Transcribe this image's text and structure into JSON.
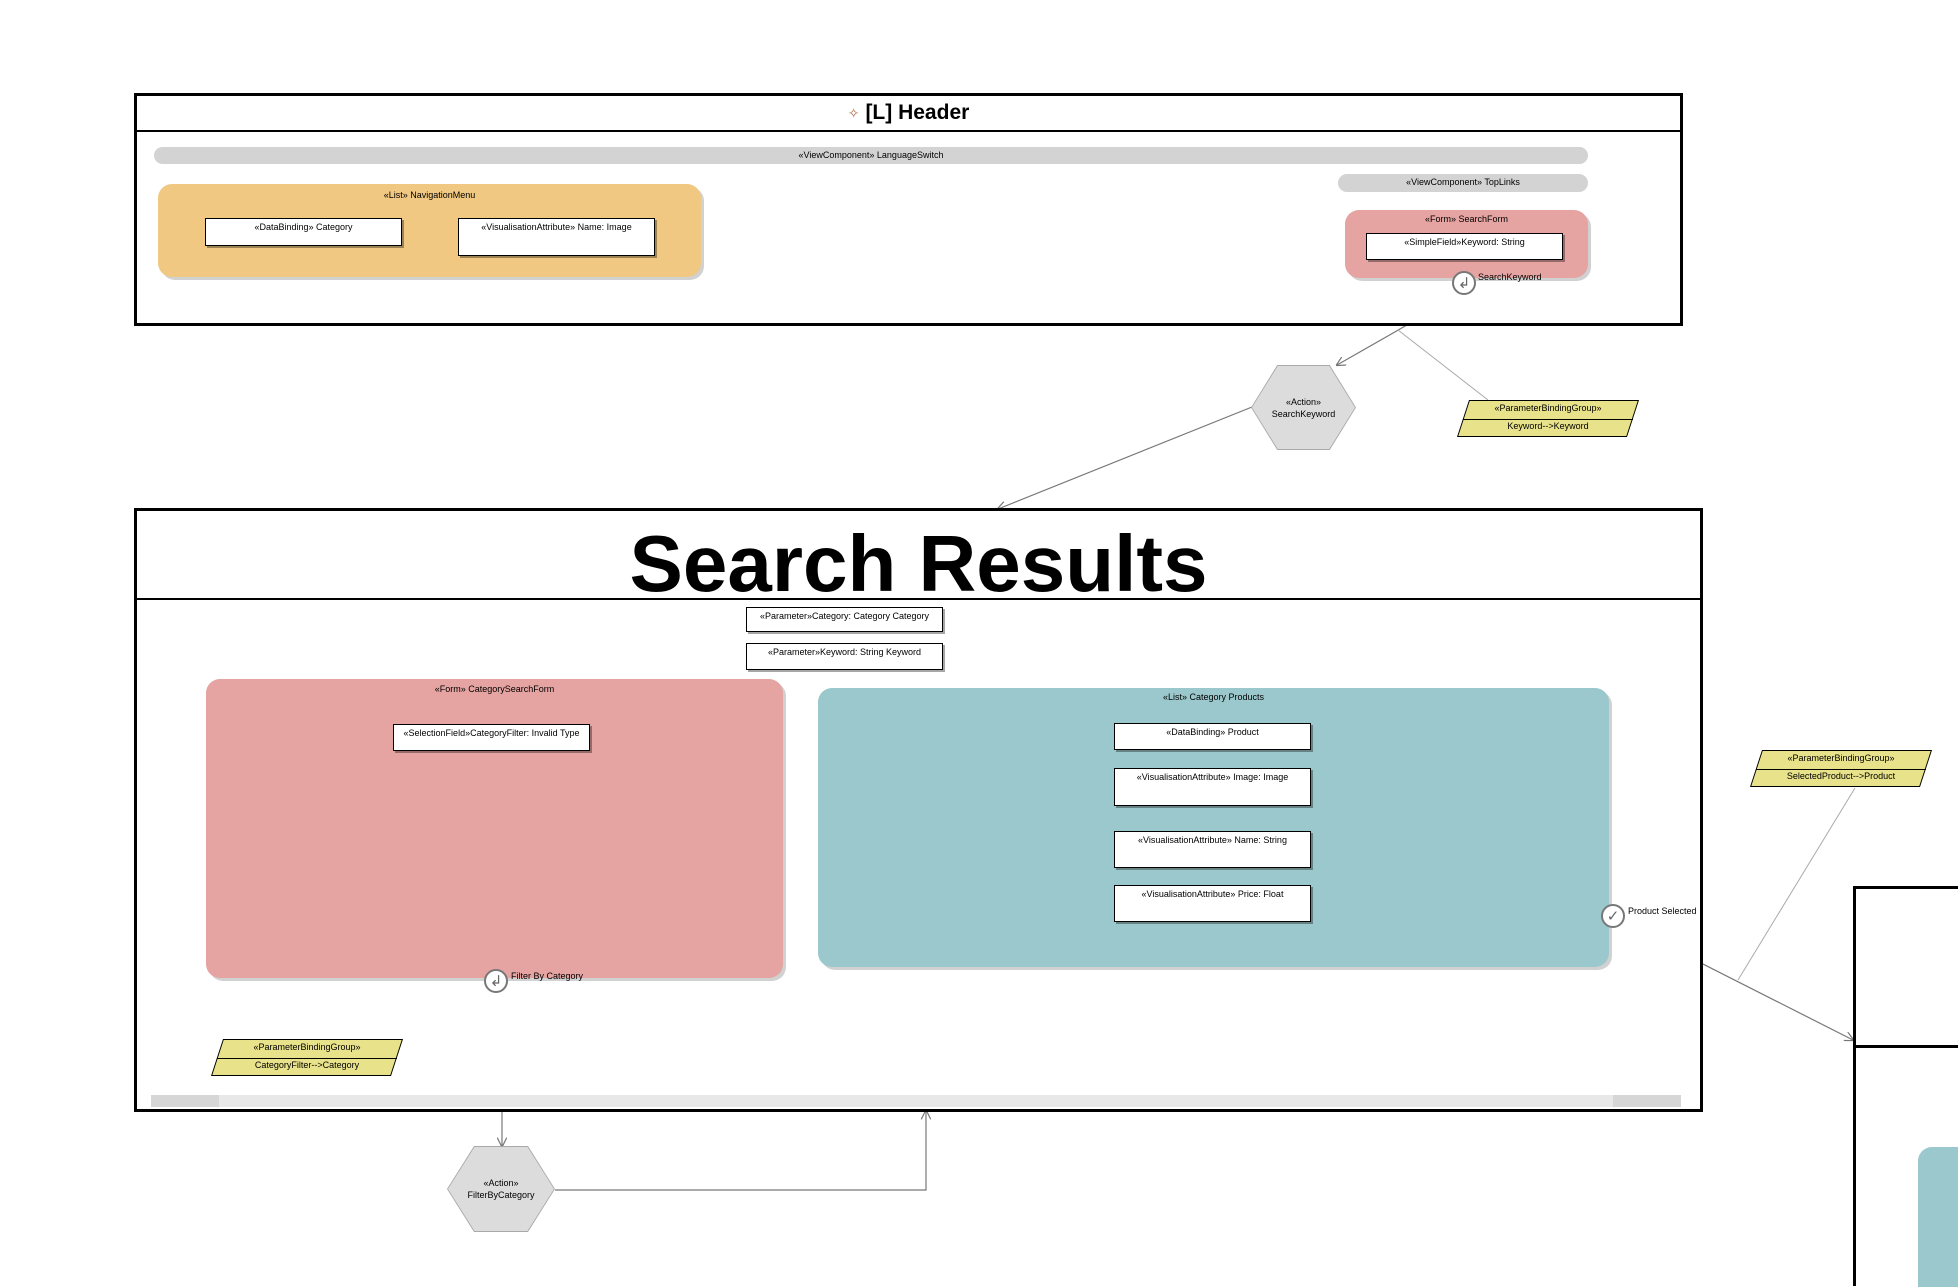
{
  "header_page": {
    "icon": "diamond-icon",
    "title": "[L] Header",
    "language_switch": "«ViewComponent» LanguageSwitch",
    "top_links": "«ViewComponent» TopLinks",
    "navigation_menu": {
      "title": "«List» NavigationMenu",
      "data_binding": "«DataBinding»  Category",
      "visualisation_attribute": "«VisualisationAttribute»  Name: Image",
      "color": "#f0c882"
    },
    "search_form": {
      "title": "«Form» SearchForm",
      "field": "«SimpleField»Keyword: String",
      "event": "SearchKeyword",
      "color": "#e5a3a1"
    }
  },
  "action_search_keyword": {
    "stereotype": "«Action»",
    "name": "SearchKeyword"
  },
  "binding_keyword": {
    "stereotype": "«ParameterBindingGroup»",
    "binding": "Keyword-->Keyword"
  },
  "search_results_page": {
    "title": "Search Results",
    "parameter_category": "«Parameter»Category: Category Category",
    "parameter_keyword": "«Parameter»Keyword: String Keyword",
    "category_search_form": {
      "title": "«Form» CategorySearchForm",
      "field": "«SelectionField»CategoryFilter: Invalid Type",
      "event": "Filter By Category",
      "color": "#e5a3a1"
    },
    "category_products": {
      "title": "«List» Category Products",
      "data_binding": "«DataBinding»  Product",
      "attr_image": "«VisualisationAttribute»  Image: Image",
      "attr_name": "«VisualisationAttribute»  Name: String",
      "attr_price": "«VisualisationAttribute»  Price: Float",
      "event": "Product Selected",
      "color": "#9bc8cc"
    }
  },
  "binding_category_filter": {
    "stereotype": "«ParameterBindingGroup»",
    "binding": "CategoryFilter-->Category"
  },
  "binding_selected_product": {
    "stereotype": "«ParameterBindingGroup»",
    "binding": "SelectedProduct-->Product"
  },
  "action_filter_by_category": {
    "stereotype": "«Action»",
    "name": "FilterByCategory"
  },
  "colors": {
    "action_fill": "#dcdcdc",
    "binding_fill": "#e8e28a",
    "component_pill": "#d3d3d3"
  }
}
